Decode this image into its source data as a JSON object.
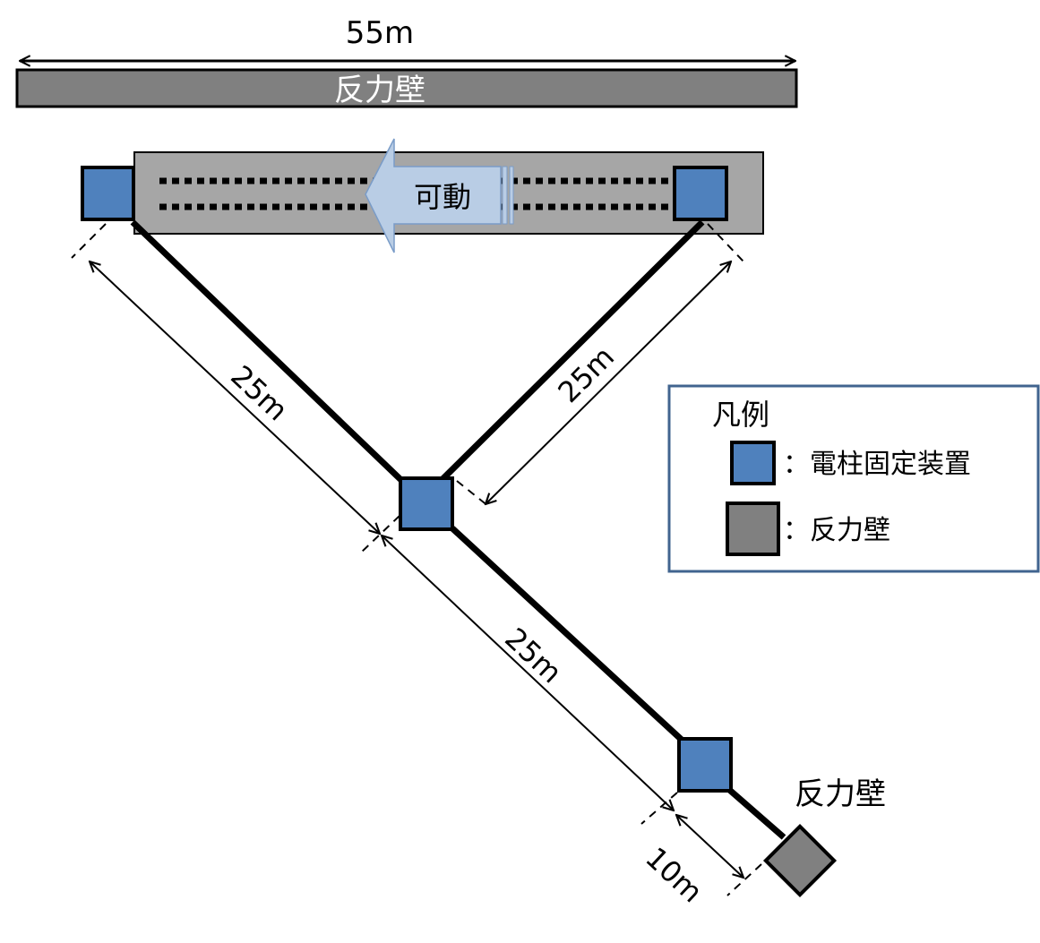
{
  "colors": {
    "fixture_blue": "#4f81bd",
    "wall_gray": "#808080",
    "track_gray": "#a6a6a6",
    "arrow_light_blue": "#b9cde5",
    "arrow_outline": "#7a9cc8",
    "legend_border": "#41648f",
    "line_black": "#000000"
  },
  "top_wall": {
    "dimension_label": "55m",
    "label": "反力壁"
  },
  "track": {
    "movable_label": "可動"
  },
  "dimensions": {
    "upper_left": "25m",
    "upper_right": "25m",
    "lower": "25m",
    "end": "10m"
  },
  "end_wall_label": "反力壁",
  "legend": {
    "title": "凡例",
    "items": [
      {
        "icon": "blue-square",
        "label": "：電柱固定装置"
      },
      {
        "icon": "gray-square",
        "label": "：反力壁"
      }
    ]
  }
}
